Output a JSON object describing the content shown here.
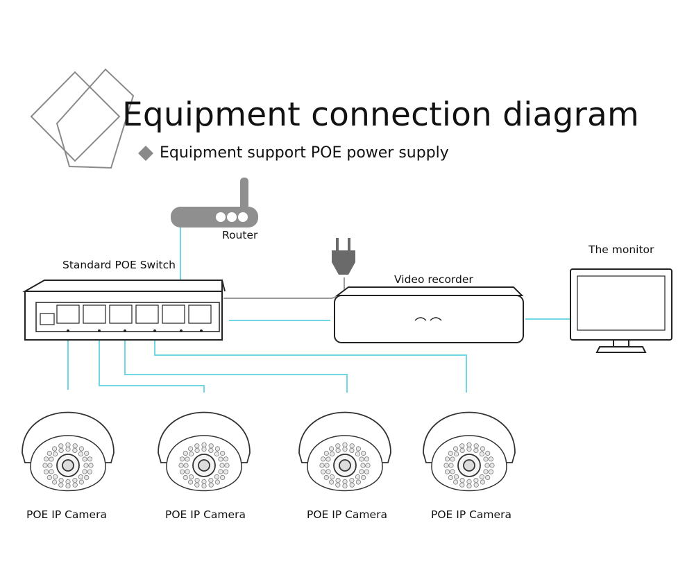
{
  "header": {
    "title": "Equipment connection diagram",
    "subtitle": "Equipment support POE power supply"
  },
  "devices": {
    "router": "Router",
    "switch": "Standard POE Switch",
    "recorder": "Video recorder",
    "monitor": "The monitor"
  },
  "cameras": [
    {
      "label": "POE IP Camera"
    },
    {
      "label": "POE IP Camera"
    },
    {
      "label": "POE IP Camera"
    },
    {
      "label": "POE IP Camera"
    }
  ],
  "colors": {
    "cable": "#6fd8e4",
    "outline": "#222222",
    "device_gray": "#8f8f8f",
    "accent_diamond": "#8a8a8a"
  }
}
